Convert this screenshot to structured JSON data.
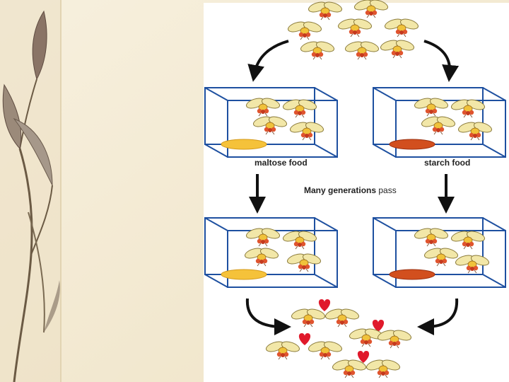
{
  "diagram": {
    "label_left": "maltose food",
    "label_right": "starch food",
    "label_middle_bold": "Many generations",
    "label_middle_rest": " pass"
  },
  "colors": {
    "background": "#f3ead6",
    "panel": "#ffffff",
    "box_stroke": "#1e50a0",
    "maltose_dish": "#f5c23a",
    "starch_dish": "#d24f1e",
    "heart": "#e0192b",
    "fly_wing": "#f2e7a8",
    "fly_body": "#e0542e",
    "fly_thorax": "#f0c23a"
  },
  "icons": [
    "leaf-branch",
    "fruit-fly-icon",
    "heart-icon",
    "arrow-down-icon",
    "curved-arrow-icon",
    "food-dish-icon",
    "cage-box-icon"
  ]
}
